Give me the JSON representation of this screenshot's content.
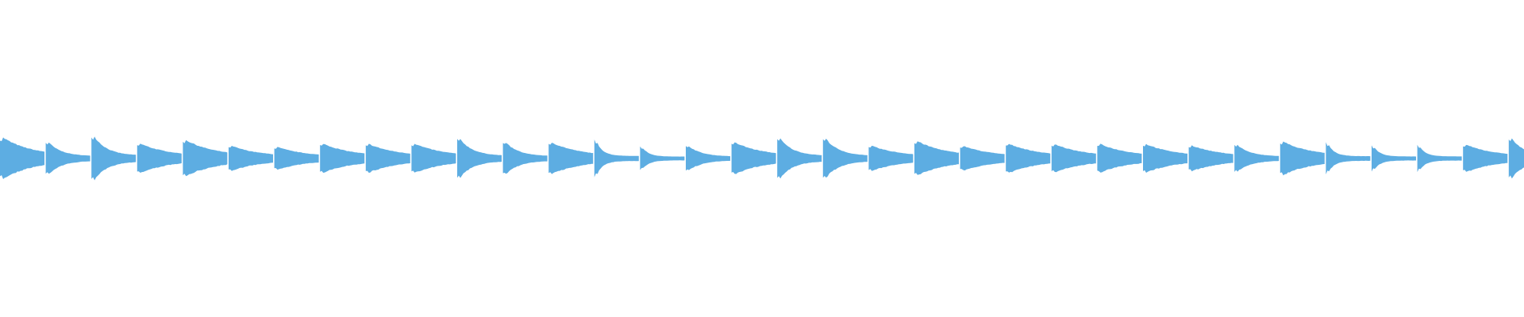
{
  "chart_data": {
    "type": "area",
    "title": "",
    "xlabel": "",
    "ylabel": "",
    "grid": false,
    "color": "#5dade2",
    "ylim": [
      -1,
      1
    ],
    "segments": [
      {
        "peak": 0.85,
        "decay": "slow"
      },
      {
        "peak": 0.72,
        "decay": "fast"
      },
      {
        "peak": 1.0,
        "decay": "fast"
      },
      {
        "peak": 0.6,
        "decay": "slow"
      },
      {
        "peak": 0.75,
        "decay": "slow"
      },
      {
        "peak": 0.5,
        "decay": "slow"
      },
      {
        "peak": 0.45,
        "decay": "slow"
      },
      {
        "peak": 0.6,
        "decay": "slow"
      },
      {
        "peak": 0.58,
        "decay": "slow"
      },
      {
        "peak": 0.6,
        "decay": "slow"
      },
      {
        "peak": 0.88,
        "decay": "fast"
      },
      {
        "peak": 0.72,
        "decay": "fast"
      },
      {
        "peak": 0.65,
        "decay": "slow"
      },
      {
        "peak": 0.85,
        "decay": "veryfast"
      },
      {
        "peak": 0.55,
        "decay": "veryfast"
      },
      {
        "peak": 0.55,
        "decay": "fast"
      },
      {
        "peak": 0.65,
        "decay": "slow"
      },
      {
        "peak": 0.9,
        "decay": "fast"
      },
      {
        "peak": 0.9,
        "decay": "fast"
      },
      {
        "peak": 0.5,
        "decay": "slow"
      },
      {
        "peak": 0.7,
        "decay": "slow"
      },
      {
        "peak": 0.5,
        "decay": "slow"
      },
      {
        "peak": 0.6,
        "decay": "slow"
      },
      {
        "peak": 0.58,
        "decay": "slow"
      },
      {
        "peak": 0.58,
        "decay": "slow"
      },
      {
        "peak": 0.58,
        "decay": "slow"
      },
      {
        "peak": 0.52,
        "decay": "slow"
      },
      {
        "peak": 0.6,
        "decay": "fast"
      },
      {
        "peak": 0.68,
        "decay": "slow"
      },
      {
        "peak": 0.72,
        "decay": "veryfast"
      },
      {
        "peak": 0.58,
        "decay": "veryfast"
      },
      {
        "peak": 0.6,
        "decay": "veryfast"
      },
      {
        "peak": 0.55,
        "decay": "slow"
      },
      {
        "peak": 0.9,
        "decay": "fast"
      }
    ]
  }
}
